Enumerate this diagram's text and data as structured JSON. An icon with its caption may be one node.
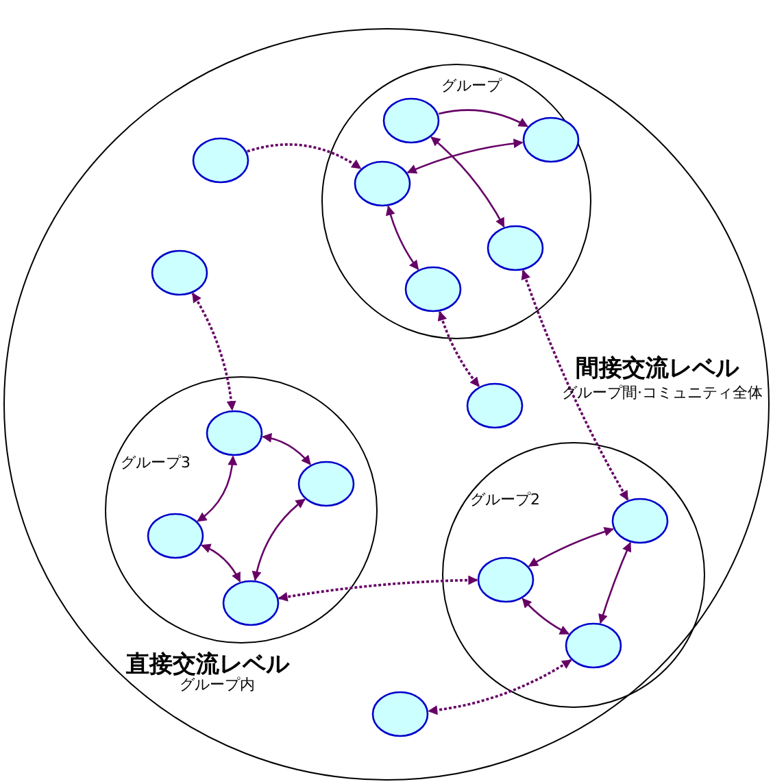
{
  "diagram": {
    "nodes": [
      {
        "text": [],
        "shape": "circle"
      },
      {
        "text": [
          "グループ"
        ],
        "in": 0
      },
      {
        "text": [
          "グループ3"
        ],
        "in": 0
      },
      {
        "text": [
          "グループ2"
        ],
        "in": 0
      },
      {
        "text": [],
        "shape": "circle",
        "in": 1
      },
      {
        "text": [],
        "shape": "circle",
        "in": 1
      },
      {
        "text": [],
        "shape": "circle",
        "in": 1
      },
      {
        "text": [],
        "shape": "circle",
        "in": 1
      },
      {
        "text": [],
        "shape": "circle",
        "in": 1
      },
      {
        "text": [],
        "shape": "circle",
        "in": 0
      },
      {
        "text": [],
        "shape": "circle",
        "in": 0
      },
      {
        "text": [],
        "shape": "circle",
        "in": 0
      },
      {
        "text": [],
        "shape": "circle",
        "in": 0
      },
      {
        "text": [],
        "shape": "circle",
        "in": 2
      },
      {
        "text": [],
        "shape": "circle",
        "in": 2
      },
      {
        "text": [],
        "shape": "circle",
        "in": 2
      },
      {
        "text": [],
        "shape": "circle",
        "in": 2
      },
      {
        "text": [],
        "shape": "circle",
        "in": 3
      },
      {
        "text": [],
        "shape": "circle",
        "in": 3
      },
      {
        "text": [],
        "shape": "circle",
        "in": 3
      }
    ],
    "edges": [
      {
        "from": 9,
        "to": 6,
        "arrow": "to",
        "style": "dashed"
      },
      {
        "from": 4,
        "to": 5,
        "arrow": "to"
      },
      {
        "from": 5,
        "to": 6,
        "arrow": "both"
      },
      {
        "from": 4,
        "to": 7,
        "arrow": "both"
      },
      {
        "from": 6,
        "to": 8,
        "arrow": "both"
      },
      {
        "from": 8,
        "to": 11,
        "arrow": "both",
        "style": "dashed"
      },
      {
        "from": 7,
        "to": 17,
        "arrow": "both",
        "style": "dashed"
      },
      {
        "from": 10,
        "to": 13,
        "arrow": "both",
        "style": "dashed"
      },
      {
        "from": 13,
        "to": 14,
        "arrow": "both"
      },
      {
        "from": 13,
        "to": 15,
        "arrow": "both"
      },
      {
        "from": 15,
        "to": 16,
        "arrow": "both"
      },
      {
        "from": 16,
        "to": 14,
        "arrow": "both"
      },
      {
        "from": 18,
        "to": 16,
        "arrow": "both",
        "style": "dashed"
      },
      {
        "from": 17,
        "to": 18,
        "arrow": "both"
      },
      {
        "from": 17,
        "to": 19,
        "arrow": "both"
      },
      {
        "from": 18,
        "to": 19,
        "arrow": "both"
      },
      {
        "from": 19,
        "to": 12,
        "arrow": "both",
        "style": "dashed"
      }
    ],
    "labels": [
      "間接交流レベル",
      "グループ間·コミュニティ全体",
      "直接交流レベル",
      "グループ内"
    ]
  }
}
